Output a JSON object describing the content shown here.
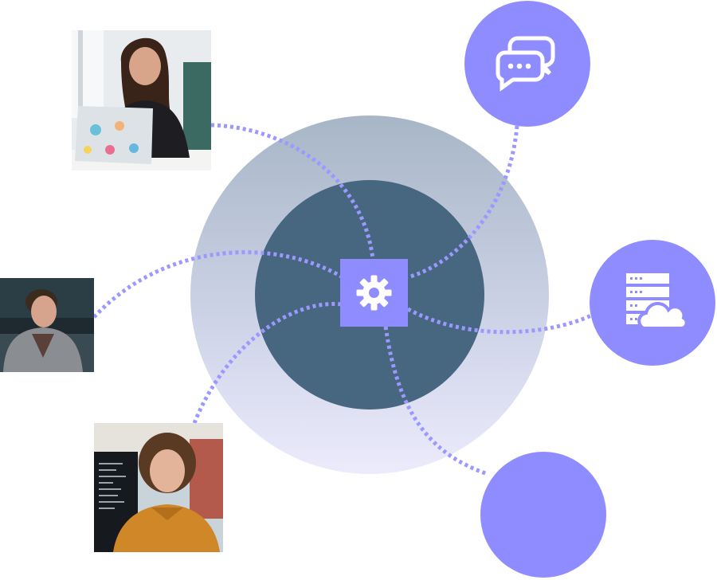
{
  "colors": {
    "accent": "#8f8cff",
    "hub_inner": "#47667f",
    "hub_outer_top": "#9fb1c2",
    "hub_outer_bottom": "#e9e8fb",
    "connector": "#9b99ff",
    "icon_fill": "#ffffff"
  },
  "icons": {
    "center": "gear-icon",
    "top_right": "chat-bubbles-icon",
    "right": "server-cloud-icon",
    "bottom_right": "blank-circle"
  },
  "people": [
    {
      "id": "woman-laptop",
      "description_icon": "person-photo-icon"
    },
    {
      "id": "man-hoodie",
      "description_icon": "person-photo-icon"
    },
    {
      "id": "youth-curly-hair",
      "description_icon": "person-photo-icon"
    }
  ]
}
